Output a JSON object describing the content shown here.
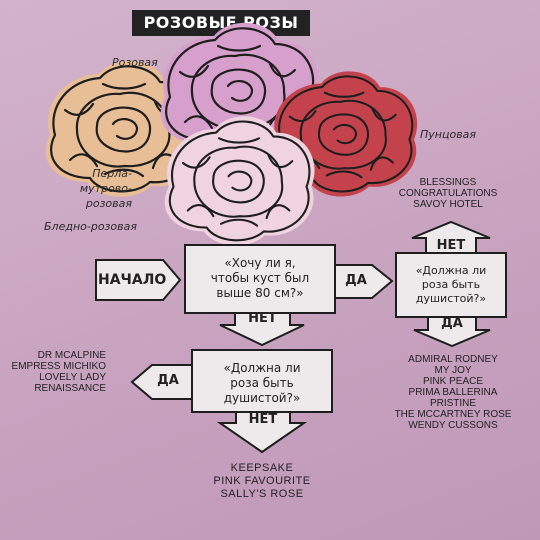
{
  "title": "РОЗОВЫЕ РОЗЫ",
  "roses": {
    "pink": "Розовая",
    "crimson": "Пунцовая",
    "pearl": [
      "Перла-",
      "мутрово-",
      "розовая"
    ],
    "pale": "Бледно-розовая"
  },
  "flow": {
    "start": "НАЧАЛО",
    "q1": [
      "«Хочу ли я,",
      "чтобы куст был",
      "выше 80 см?»"
    ],
    "q2": [
      "«Должна ли",
      "роза быть",
      "душистой?»"
    ],
    "q3": [
      "«Должна ли",
      "роза быть",
      "душистой?»"
    ],
    "yes1": "ДА",
    "no1": "НЕТ",
    "yes2": "ДА",
    "no2": "НЕТ",
    "yes3": "ДА",
    "no3": "НЕТ"
  },
  "results": {
    "top_right": [
      "Blessings",
      "Congratulations",
      "Savoy Hotel"
    ],
    "bottom_right": [
      "Admiral Rodney",
      "My Joy",
      "Pink Peace",
      "Prima Ballerina",
      "Pristine",
      "The McCartney Rose",
      "Wendy Cussons"
    ],
    "left": [
      "Dr McAlpine",
      "Empress Michiko",
      "Lovely Lady",
      "Renaissance"
    ],
    "bottom": [
      "Keepsake",
      "Pink Favourite",
      "Sally's Rose"
    ]
  },
  "colors": {
    "peach": "#e8be96",
    "mauve": "#d7a0cc",
    "crimson": "#c3424c",
    "pale": "#efd4df",
    "box": "#eeeaec"
  }
}
